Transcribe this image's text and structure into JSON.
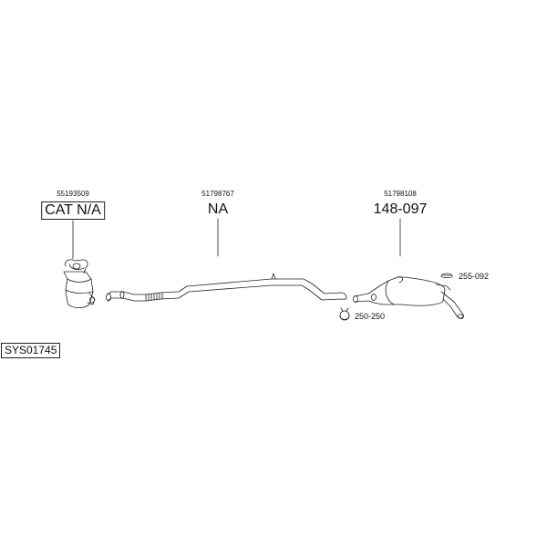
{
  "system_code": "SYS01745",
  "parts": [
    {
      "oe_number": "55193509",
      "part_label": "CAT N/A",
      "boxed": true,
      "component": "catalytic-converter"
    },
    {
      "oe_number": "51798767",
      "part_label": "NA",
      "boxed": false,
      "component": "middle-pipe"
    },
    {
      "oe_number": "51798108",
      "part_label": "148-097",
      "boxed": false,
      "component": "rear-silencer"
    }
  ],
  "accessories": [
    {
      "code": "255-092",
      "component": "rubber-mount"
    },
    {
      "code": "250-250",
      "component": "pipe-clamp"
    }
  ]
}
